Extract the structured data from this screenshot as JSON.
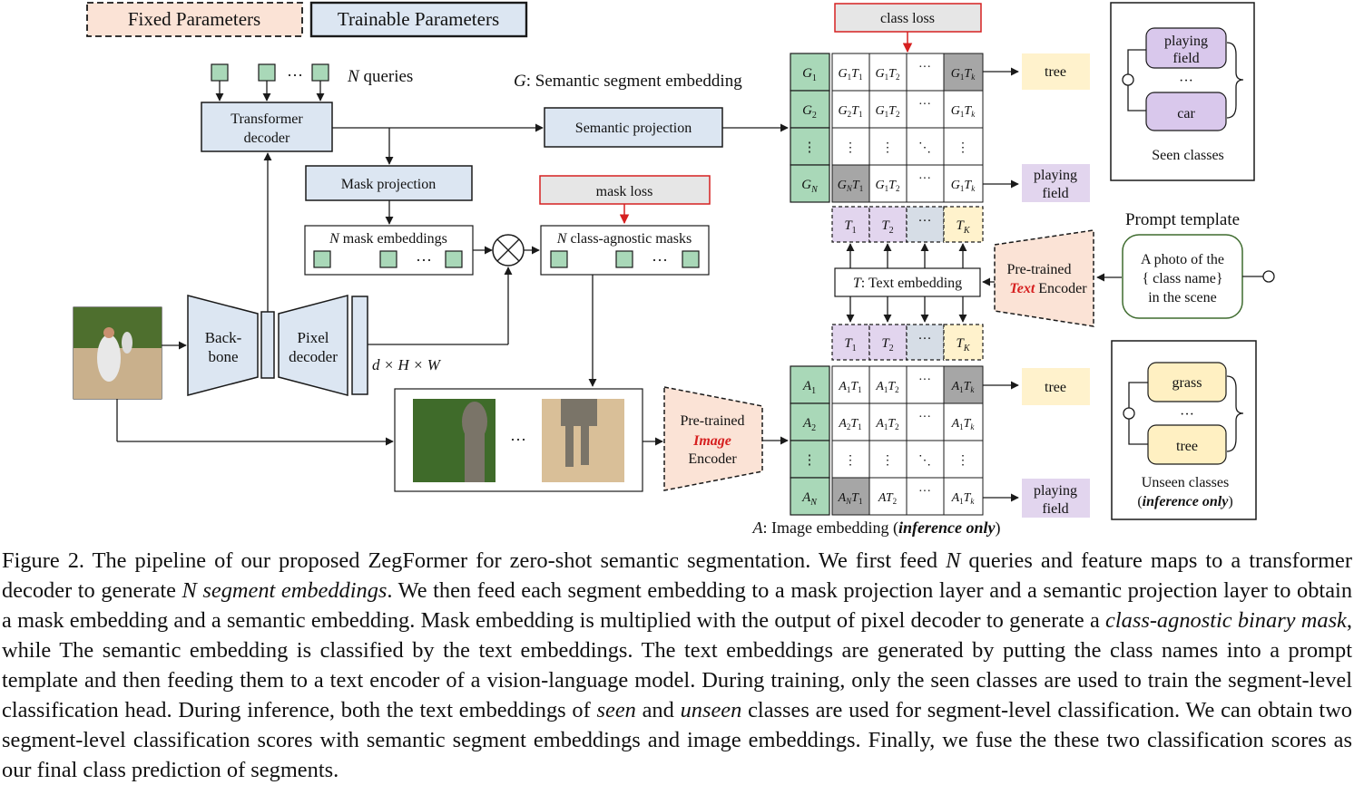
{
  "legend": {
    "fixed": "Fixed Parameters",
    "trainable": "Trainable Parameters"
  },
  "labels": {
    "queries": "queries",
    "n": "N",
    "transformer_decoder_1": "Transformer",
    "transformer_decoder_2": "decoder",
    "semantic_projection": "Semantic projection",
    "g_title_prefix": "G",
    "g_title": ": Semantic segment embedding",
    "mask_projection": "Mask projection",
    "mask_embeddings": "mask embeddings",
    "class_agnostic_masks": "class-agnostic masks",
    "mask_loss": "mask loss",
    "class_loss": "class loss",
    "backbone_1": "Back-",
    "backbone_2": "bone",
    "pixel_decoder_1": "Pixel",
    "pixel_decoder_2": "decoder",
    "dhw": "d × H × W",
    "ellipsis": "···",
    "pretrained": "Pre-trained",
    "image_word": "Image",
    "text_word": "Text",
    "encoder": "Encoder",
    "text_embedding": ": Text embedding",
    "t_letter": "T",
    "prompt_template": "Prompt template",
    "prompt_1": "A photo of the",
    "prompt_2": "{ class name}",
    "prompt_3": "in the scene",
    "image_embedding": ": Image embedding (",
    "inference_only": "inference only",
    "a_letter": "A",
    "close_paren": ")",
    "seen_classes": "Seen classes",
    "unseen_classes": "Unseen classes",
    "unseen_inference": "inference only"
  },
  "top_matrix": {
    "rows": [
      "G1",
      "G2",
      "⋮",
      "GN"
    ],
    "cells": [
      [
        "G1T1",
        "G1T2",
        "···",
        "G1Tk"
      ],
      [
        "G2T1",
        "G1T2",
        "···",
        "G1Tk"
      ],
      [
        "⋮",
        "⋮",
        "⋱",
        "⋮"
      ],
      [
        "GNT1",
        "G1T2",
        "···",
        "G1Tk"
      ]
    ],
    "outputs": [
      "tree",
      "playing field"
    ]
  },
  "bottom_matrix": {
    "rows": [
      "A1",
      "A2",
      "⋮",
      "AN"
    ],
    "cells": [
      [
        "A1T1",
        "A1T2",
        "···",
        "A1Tk"
      ],
      [
        "A2T1",
        "A1T2",
        "···",
        "A1Tk"
      ],
      [
        "⋮",
        "⋮",
        "⋱",
        "⋮"
      ],
      [
        "ANT1",
        "AT2",
        "···",
        "A1Tk"
      ]
    ],
    "outputs": [
      "tree",
      "playing field"
    ]
  },
  "text_tokens": [
    "T1",
    "T2",
    "···",
    "TK"
  ],
  "seen_classes": [
    "playing field",
    "···",
    "car"
  ],
  "unseen_classes": [
    "grass",
    "···",
    "tree"
  ],
  "caption": {
    "figure_no": "Figure 2.",
    "parts": [
      " The pipeline of our proposed ZegFormer for zero-shot semantic segmentation. We first feed ",
      "N",
      " queries and feature maps to a transformer decoder to generate ",
      "N segment embeddings",
      ". We then feed each segment embedding to a mask projection layer and a semantic projection layer to obtain a mask embedding and a semantic embedding. Mask embedding is multiplied with the output of pixel decoder to generate a ",
      "class-agnostic binary mask",
      ", while The semantic embedding is classified by the text embeddings. The text embeddings are generated by putting the class names into a prompt template and then feeding them to a text encoder of a vision-language model. During training, only the seen classes are used to train the segment-level classification head. During inference, both the text embeddings of ",
      "seen",
      " and ",
      "unseen",
      " classes are used for segment-level classification. We can obtain two segment-level classification scores with semantic segment embeddings and image embeddings. Finally, we fuse the these two classification scores as our final class prediction of segments."
    ]
  }
}
